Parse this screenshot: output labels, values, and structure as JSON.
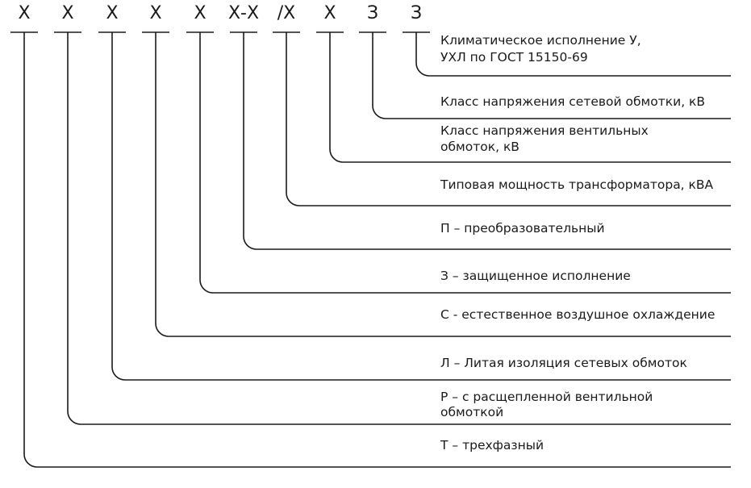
{
  "code_symbols": [
    "Х",
    "Х",
    "Х",
    "Х",
    "Х",
    "Х-Х",
    "/Х",
    "Х",
    "З",
    "З"
  ],
  "labels": [
    [
      "Т – трехфазный"
    ],
    [
      "Р – с расщепленной вентильной",
      "обмоткой"
    ],
    [
      "Л – Литая изоляция сетевых обмоток"
    ],
    [
      "С - естественное воздушное охлаждение"
    ],
    [
      "З – защищенное исполнение"
    ],
    [
      "П – преобразовательный"
    ],
    [
      "Типовая мощность трансформатора, кВА"
    ],
    [
      "Класс напряжения вентильных",
      "обмоток, кВ"
    ],
    [
      "Класс напряжения сетевой обмотки, кВ"
    ],
    [
      "Климатическое  исполнение У,",
      "УХЛ по ГОСТ 15150-69"
    ]
  ]
}
